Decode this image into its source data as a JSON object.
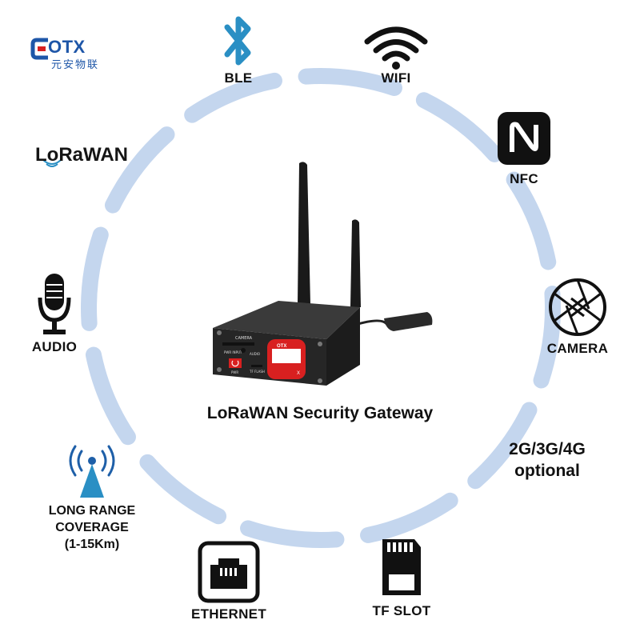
{
  "brand": {
    "logo_text": "OTX",
    "logo_subtext": "元安物联",
    "primary_color": "#1e56a8"
  },
  "ring": {
    "color": "#c4d6ee"
  },
  "center": {
    "title": "LoRaWAN Security Gateway",
    "device": {
      "port_labels": [
        "CAMERA",
        "PWR INPUT",
        "AUDIO",
        "PWR",
        "TF FLASH"
      ],
      "screen_logo": "OTX",
      "screen_mark": "X"
    }
  },
  "features": {
    "lorawan": "LoRaWAN",
    "ble": "BLE",
    "wifi": "WIFI",
    "nfc": "NFC",
    "camera": "CAMERA",
    "cellular_line1": "2G/3G/4G",
    "cellular_line2": "optional",
    "tf_slot": "TF SLOT",
    "ethernet": "ETHERNET",
    "range_line1": "LONG RANGE",
    "range_line2": "COVERAGE",
    "range_line3": "(1-15Km)",
    "audio": "AUDIO"
  },
  "icons": [
    "ble-icon",
    "wifi-icon",
    "nfc-icon",
    "camera-shutter-icon",
    "sd-card-icon",
    "ethernet-port-icon",
    "antenna-signal-icon",
    "microphone-icon",
    "lora-wave-icon"
  ]
}
